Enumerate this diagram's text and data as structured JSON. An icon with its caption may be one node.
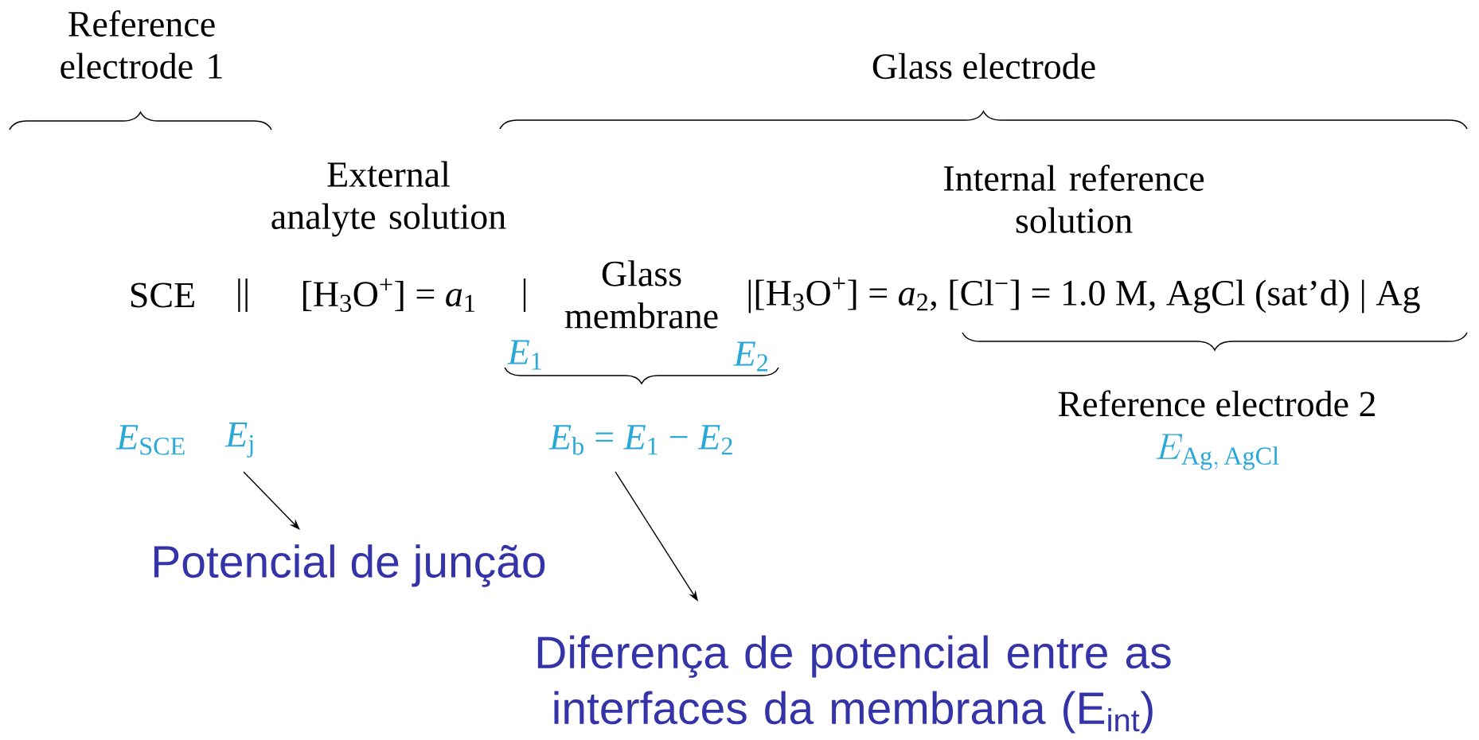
{
  "diagram": {
    "nodes": [
      {
        "text": [
          "*E*$_{j}$"
        ]
      },
      {
        "text": [
          "Potencial de junção"
        ]
      },
      {
        "text": [
          "*E*$_{b}$ = *E*$_{1}$ − *E*$_{2}$"
        ]
      },
      {
        "text": [
          "Diferença de potencial entre as interfaces da membrana (E$_{int}$)"
        ]
      }
    ],
    "edges": [
      {
        "from": 0,
        "to": 1,
        "arrow": "to"
      },
      {
        "from": 2,
        "to": 3,
        "arrow": "to"
      }
    ],
    "labels": [
      "Reference electrode 1",
      "Glass electrode",
      "External analyte solution",
      "Internal reference solution",
      "SCE",
      "||",
      "[H$_{3}$O$^{+}$] = *a*$_{1}$",
      "|",
      "Glass membrane",
      "|[H$_{3}$O$^{+}$] = *a*$_{2}$, [Cl$^{−}$] = 1.0 M, AgCl (sat’d) | Ag",
      "*E*$_{1}$",
      "*E*$_{2}$",
      "Reference electrode 2",
      "*E*$_{SCE}$",
      "E_{\\mathrm{Ag,\\,AgCl}}"
    ]
  }
}
